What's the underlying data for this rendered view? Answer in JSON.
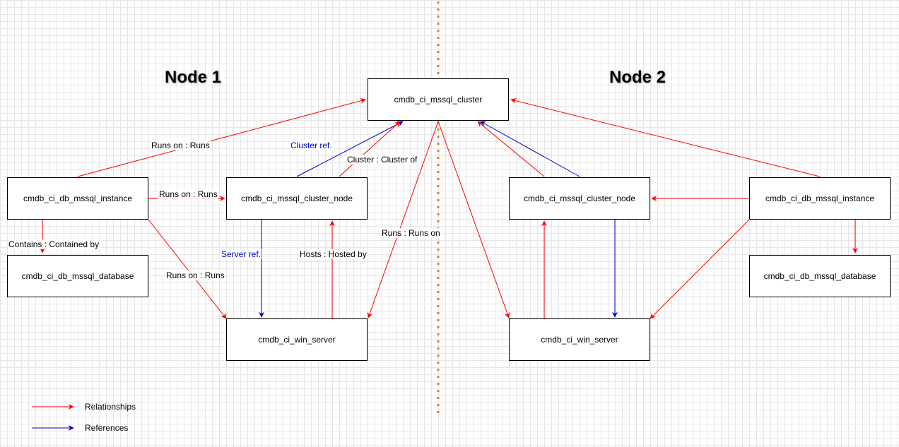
{
  "headings": {
    "node1": "Node 1",
    "node2": "Node 2"
  },
  "boxes": {
    "cluster": "cmdb_ci_mssql_cluster",
    "instance_left": "cmdb_ci_db_mssql_instance",
    "cluster_node_left": "cmdb_ci_mssql_cluster_node",
    "database_left": "cmdb_ci_db_mssql_database",
    "win_server_left": "cmdb_ci_win_server",
    "cluster_node_right": "cmdb_ci_mssql_cluster_node",
    "instance_right": "cmdb_ci_db_mssql_instance",
    "database_right": "cmdb_ci_db_mssql_database",
    "win_server_right": "cmdb_ci_win_server"
  },
  "edge_labels": {
    "instance_to_cluster": "Runs on : Runs",
    "node_cluster_ref": "Cluster ref.",
    "node_cluster_rel": "Cluster : Cluster of",
    "instance_to_node": "Runs on : Runs",
    "contains": "Contains : Contained by",
    "server_ref": "Server ref.",
    "hosts": "Hosts : Hosted by",
    "instance_to_server": "Runs on : Runs",
    "server_runs_on_cluster": "Runs : Runs on"
  },
  "legend": {
    "relationships": "Relationships",
    "references": "References"
  },
  "colors": {
    "relationship": "#ff0000",
    "reference": "#0000cc",
    "divider": "#d2802e"
  }
}
